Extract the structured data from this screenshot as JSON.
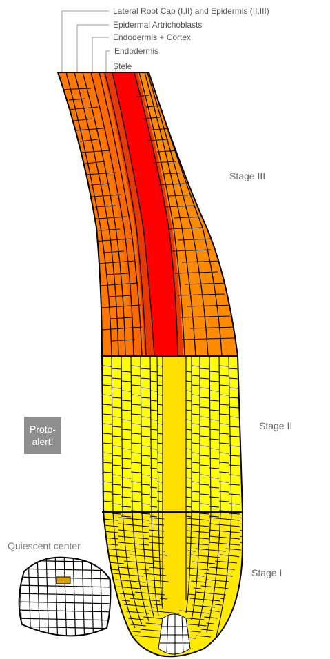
{
  "labels": {
    "lateral_root_cap": "Lateral Root Cap (I,II) and Epidermis (II,III)",
    "epidermal_atrichoblasts": "Epidermal Artrichoblasts",
    "endodermis_cortex": "Endodermis + Cortex",
    "endodermis": "Endodermis",
    "stele": "Stele"
  },
  "stages": {
    "stage3": "Stage III",
    "stage2": "Stage II",
    "stage1": "Stage I"
  },
  "proto_alert": {
    "line1": "Proto-",
    "line2": "alert!"
  },
  "quiescent_center": "Quiescent center",
  "colors": {
    "stele": "#ff0000",
    "endodermis": "#e03000",
    "cortex": "#ff8000",
    "epidermis_dark": "#ff5a00",
    "stage2_fill": "#ffff00",
    "stage1_fill": "#ffe600",
    "qc_cell": "#d9a100",
    "outline": "#000000",
    "label_line": "#999999"
  }
}
